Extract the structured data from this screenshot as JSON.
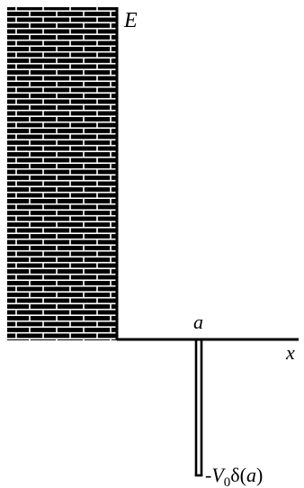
{
  "labels": {
    "energy_axis": "E",
    "position_axis": "x",
    "well_position": "a",
    "potential_prefix": "-",
    "potential_symbol": "V",
    "potential_subscript": "0",
    "potential_function": "δ(",
    "potential_argument": "a",
    "potential_close": ")"
  },
  "colors": {
    "ink": "#000000",
    "mortar": "#ffffff",
    "background": "#ffffff"
  },
  "wall": {
    "pattern": "brick"
  }
}
